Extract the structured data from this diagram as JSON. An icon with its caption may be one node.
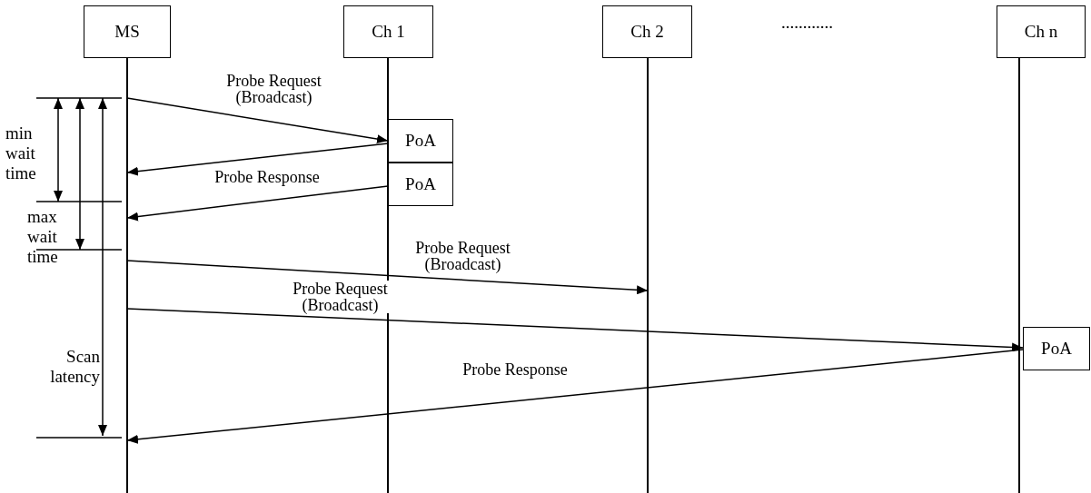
{
  "diagram": {
    "nodes": [
      {
        "text": [
          "MS"
        ]
      },
      {
        "text": [
          "Ch 1"
        ]
      },
      {
        "text": [
          "Ch 2"
        ]
      },
      {
        "text": [
          "Ch n"
        ]
      },
      {
        "text": [
          "PoA"
        ]
      },
      {
        "text": [
          "PoA"
        ]
      },
      {
        "text": [
          "PoA"
        ]
      }
    ],
    "edges": [
      {
        "from": 0,
        "to": 4,
        "arrow": "to",
        "label": "Probe Request (Broadcast)"
      },
      {
        "from": 4,
        "to": 0,
        "arrow": "to"
      },
      {
        "from": 5,
        "to": 0,
        "arrow": "to",
        "label": "Probe Response"
      },
      {
        "from": 0,
        "to": 2,
        "arrow": "to",
        "label": "Probe Request (Broadcast)"
      },
      {
        "from": 0,
        "to": 6,
        "arrow": "to",
        "label": "Probe Request (Broadcast)"
      },
      {
        "from": 6,
        "to": 0,
        "arrow": "to",
        "label": "Probe Response"
      }
    ],
    "labels": [
      "............",
      "min wait time",
      "max wait time",
      "Scan latency"
    ]
  }
}
